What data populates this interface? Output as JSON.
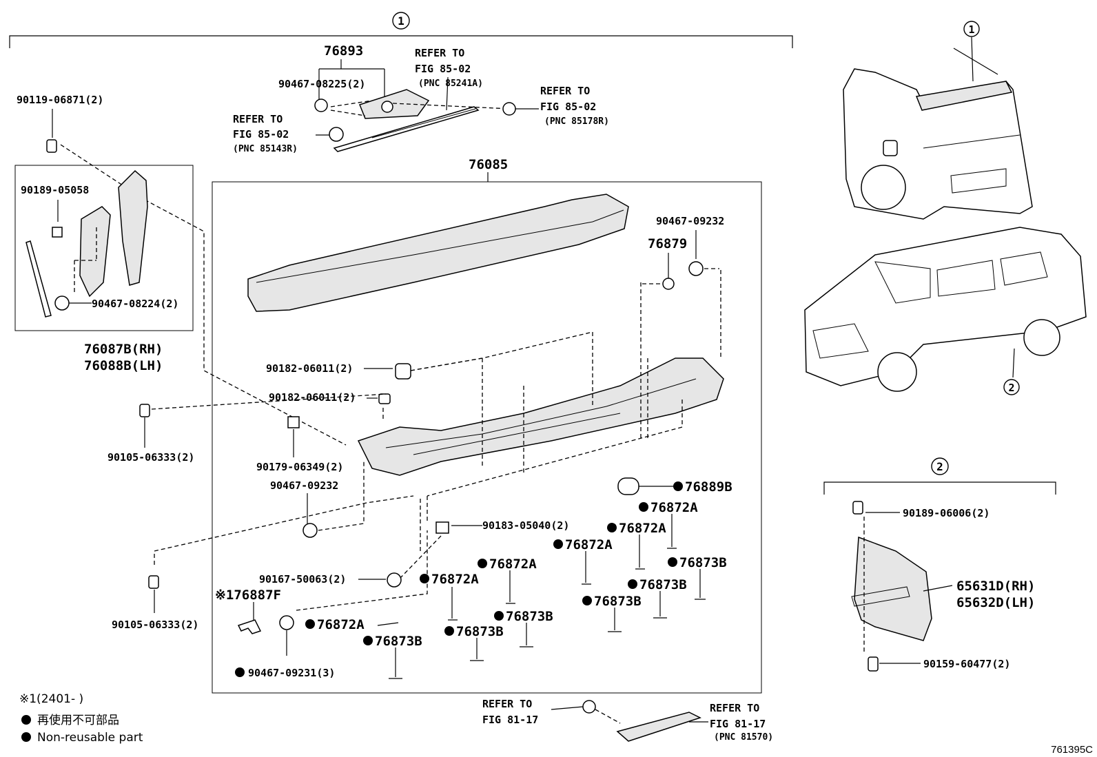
{
  "diagram_code": "761395C",
  "callouts": {
    "group1": "1",
    "group2": "2"
  },
  "assembly": {
    "spoiler": "76085",
    "rear_wiper_cover": "76893"
  },
  "labels": {
    "p90119": "90119-06871(2)",
    "p90467_08225": "90467-08225(2)",
    "p90189_05058": "90189-05058",
    "p90467_08224": "90467-08224(2)",
    "p76087b": "76087B(RH)",
    "p76088b": "76088B(LH)",
    "p90467_09232_top": "90467-09232",
    "p76879": "76879",
    "p90182_a": "90182-06011(2)",
    "p90182_b": "90182-06011(2)",
    "p90105_a": "90105-06333(2)",
    "p90179": "90179-06349(2)",
    "p90467_09232_low": "90467-09232",
    "p90183": "90183-05040(2)",
    "p90167": "90167-50063(2)",
    "p76887f": "※176887F",
    "p90105_b": "90105-06333(2)",
    "p90467_09231": "90467-09231(3)",
    "p76889b": "76889B",
    "p76872a_1": "76872A",
    "p76872a_2": "76872A",
    "p76872a_3": "76872A",
    "p76872a_4": "76872A",
    "p76872a_5": "76872A",
    "p76872a_6": "76872A",
    "p76873b_1": "76873B",
    "p76873b_2": "76873B",
    "p76873b_3": "76873B",
    "p76873b_4": "76873B",
    "p76873b_5": "76873B",
    "p76873b_6": "76873B",
    "p90189_06006": "90189-06006(2)",
    "p65631d": "65631D(RH)",
    "p65632d": "65632D(LH)",
    "p90159": "90159-60477(2)"
  },
  "references": {
    "ref_tl_1": "REFER TO",
    "ref_tl_2": "FIG 85-02",
    "ref_tl_3": "(PNC 85241A)",
    "ref_tr_1": "REFER TO",
    "ref_tr_2": "FIG 85-02",
    "ref_tr_3": "(PNC 85178R)",
    "ref_l_1": "REFER TO",
    "ref_l_2": "FIG 85-02",
    "ref_l_3": "(PNC 85143R)",
    "ref_bl_1": "REFER TO",
    "ref_bl_2": "FIG 81-17",
    "ref_br_1": "REFER TO",
    "ref_br_2": "FIG 81-17",
    "ref_br_3": "(PNC 81570)"
  },
  "legend": {
    "note": "※1(2401-       )",
    "nonreusable_ja": "再使用不可部品",
    "nonreusable_en": "Non-reusable part"
  }
}
